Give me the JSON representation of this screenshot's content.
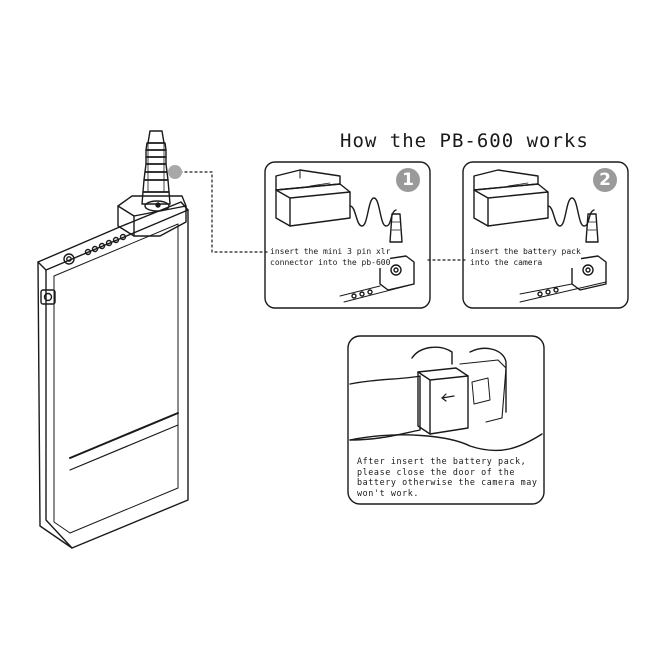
{
  "title": "How the PB-600 works",
  "steps": [
    {
      "number": "1",
      "caption": "insert the mini 3 pin xlr\nconnector into the pb-600"
    },
    {
      "number": "2",
      "caption": "insert the battery pack\ninto the camera"
    }
  ],
  "note": "After insert the battery pack, please close the door of the battery otherwise the camera may won't work.",
  "colors": {
    "line": "#1a1a1a",
    "badge": "#9a9a9a",
    "marker": "#a8a8a8"
  }
}
